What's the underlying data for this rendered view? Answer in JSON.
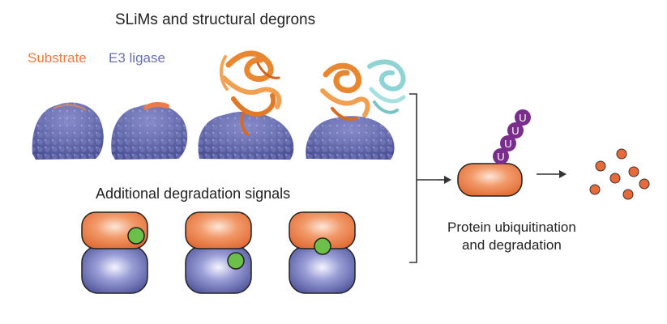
{
  "title": "SLiMs and structural degrons",
  "legend": {
    "substrate_label": "Substrate",
    "e3_label": "E3 ligase",
    "substrate_color": "#ee7a45",
    "e3_color": "#6a6fb0"
  },
  "additional_label": "Additional degradation signals",
  "outcome": {
    "line1": "Protein ubiquitination",
    "line2": "and degradation"
  },
  "ubiquitin_label": "U",
  "colors": {
    "substrate": "#ee7a45",
    "e3": "#6a6fb0",
    "degron": "#6cc04a",
    "ubiquitin": "#7b2d8e",
    "partner_helix": "#8ed4d4"
  }
}
